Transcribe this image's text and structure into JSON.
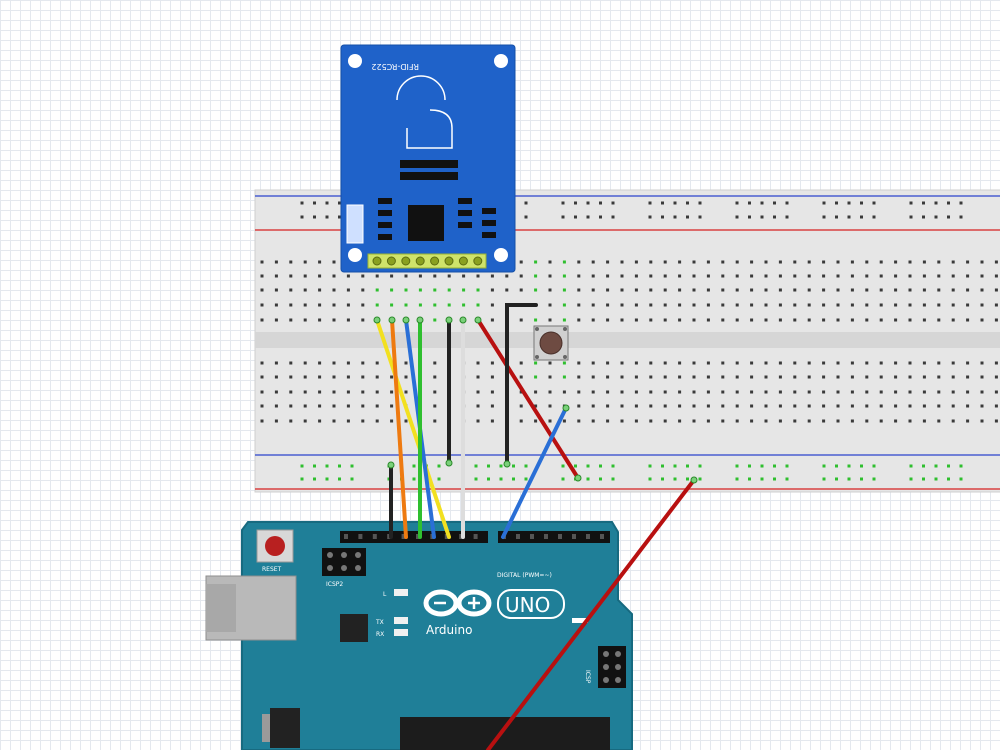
{
  "rfid_module": {
    "label": "RFID-RC522"
  },
  "arduino": {
    "reset_label": "RESET",
    "icsp_label": "ICSP2",
    "icsp1_label": "ICSP",
    "brand": "Arduino",
    "model": "UNO",
    "led_l": "L",
    "led_tx": "TX",
    "led_rx": "RX",
    "digital_label": "DIGITAL (PWM=~)"
  },
  "colors": {
    "breadboard": "#e6e6e6",
    "rail_red": "#d94040",
    "rail_blue": "#4a5fd0",
    "rfid_board": "#1f62c9",
    "arduino_board": "#1f7f98",
    "wire_yellow": "#f2e020",
    "wire_orange": "#ee7a10",
    "wire_blue": "#2a6fd6",
    "wire_green": "#2fbf2f",
    "wire_black": "#222222",
    "wire_white": "#dddddd",
    "wire_red": "#b81010"
  }
}
